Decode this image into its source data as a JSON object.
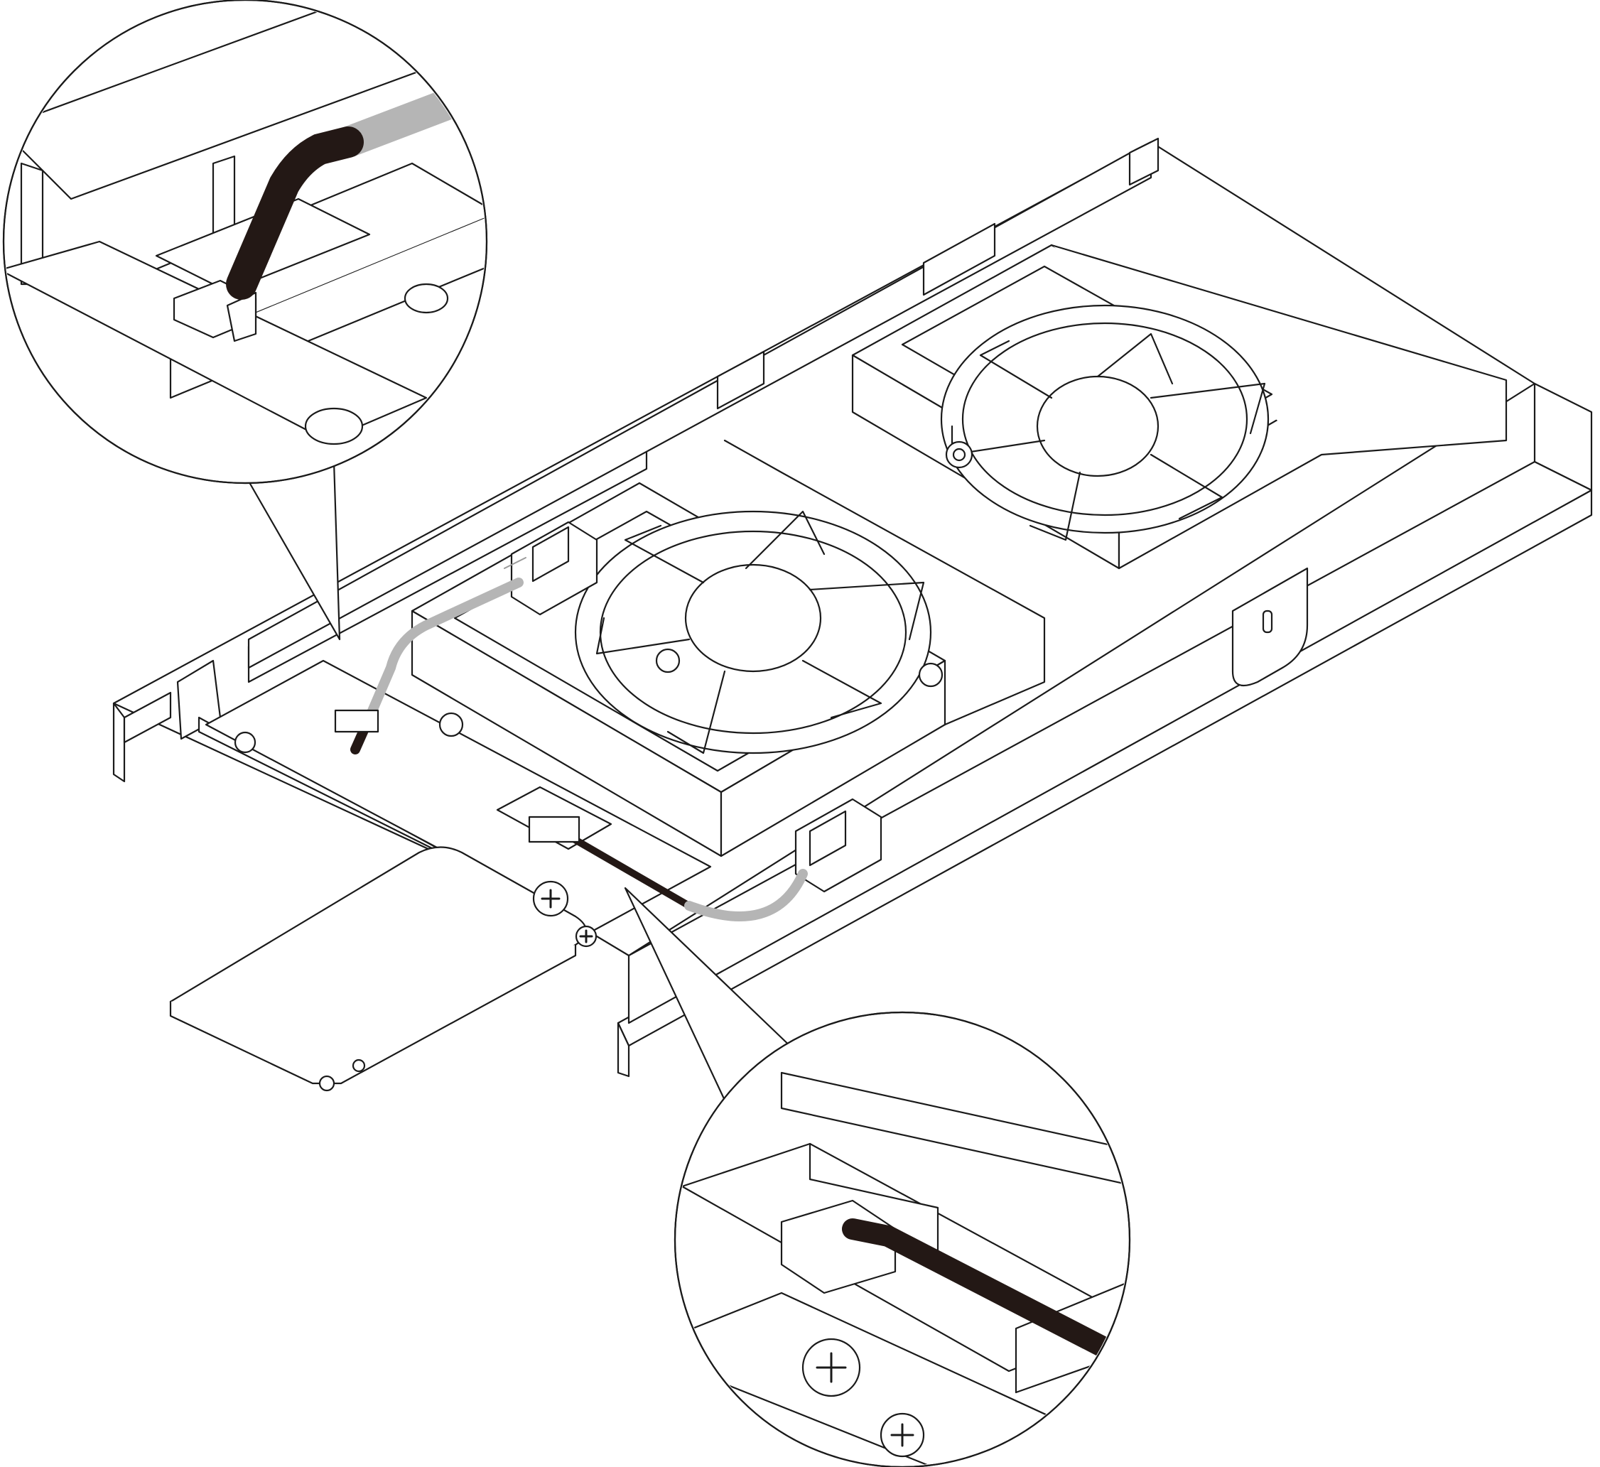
{
  "figure": {
    "background": "#ffffff",
    "line_color": "#1a1a1a",
    "cable_dark": "#231815",
    "cable_light": "#b5b5b5"
  },
  "components": {
    "fan_count": 2,
    "callout_count": 2,
    "cable_count": 1,
    "connector_count": 2
  },
  "icons": [
    "fan-icon",
    "connector-icon",
    "cable-icon",
    "screw-icon",
    "magnifier-callout-icon"
  ]
}
